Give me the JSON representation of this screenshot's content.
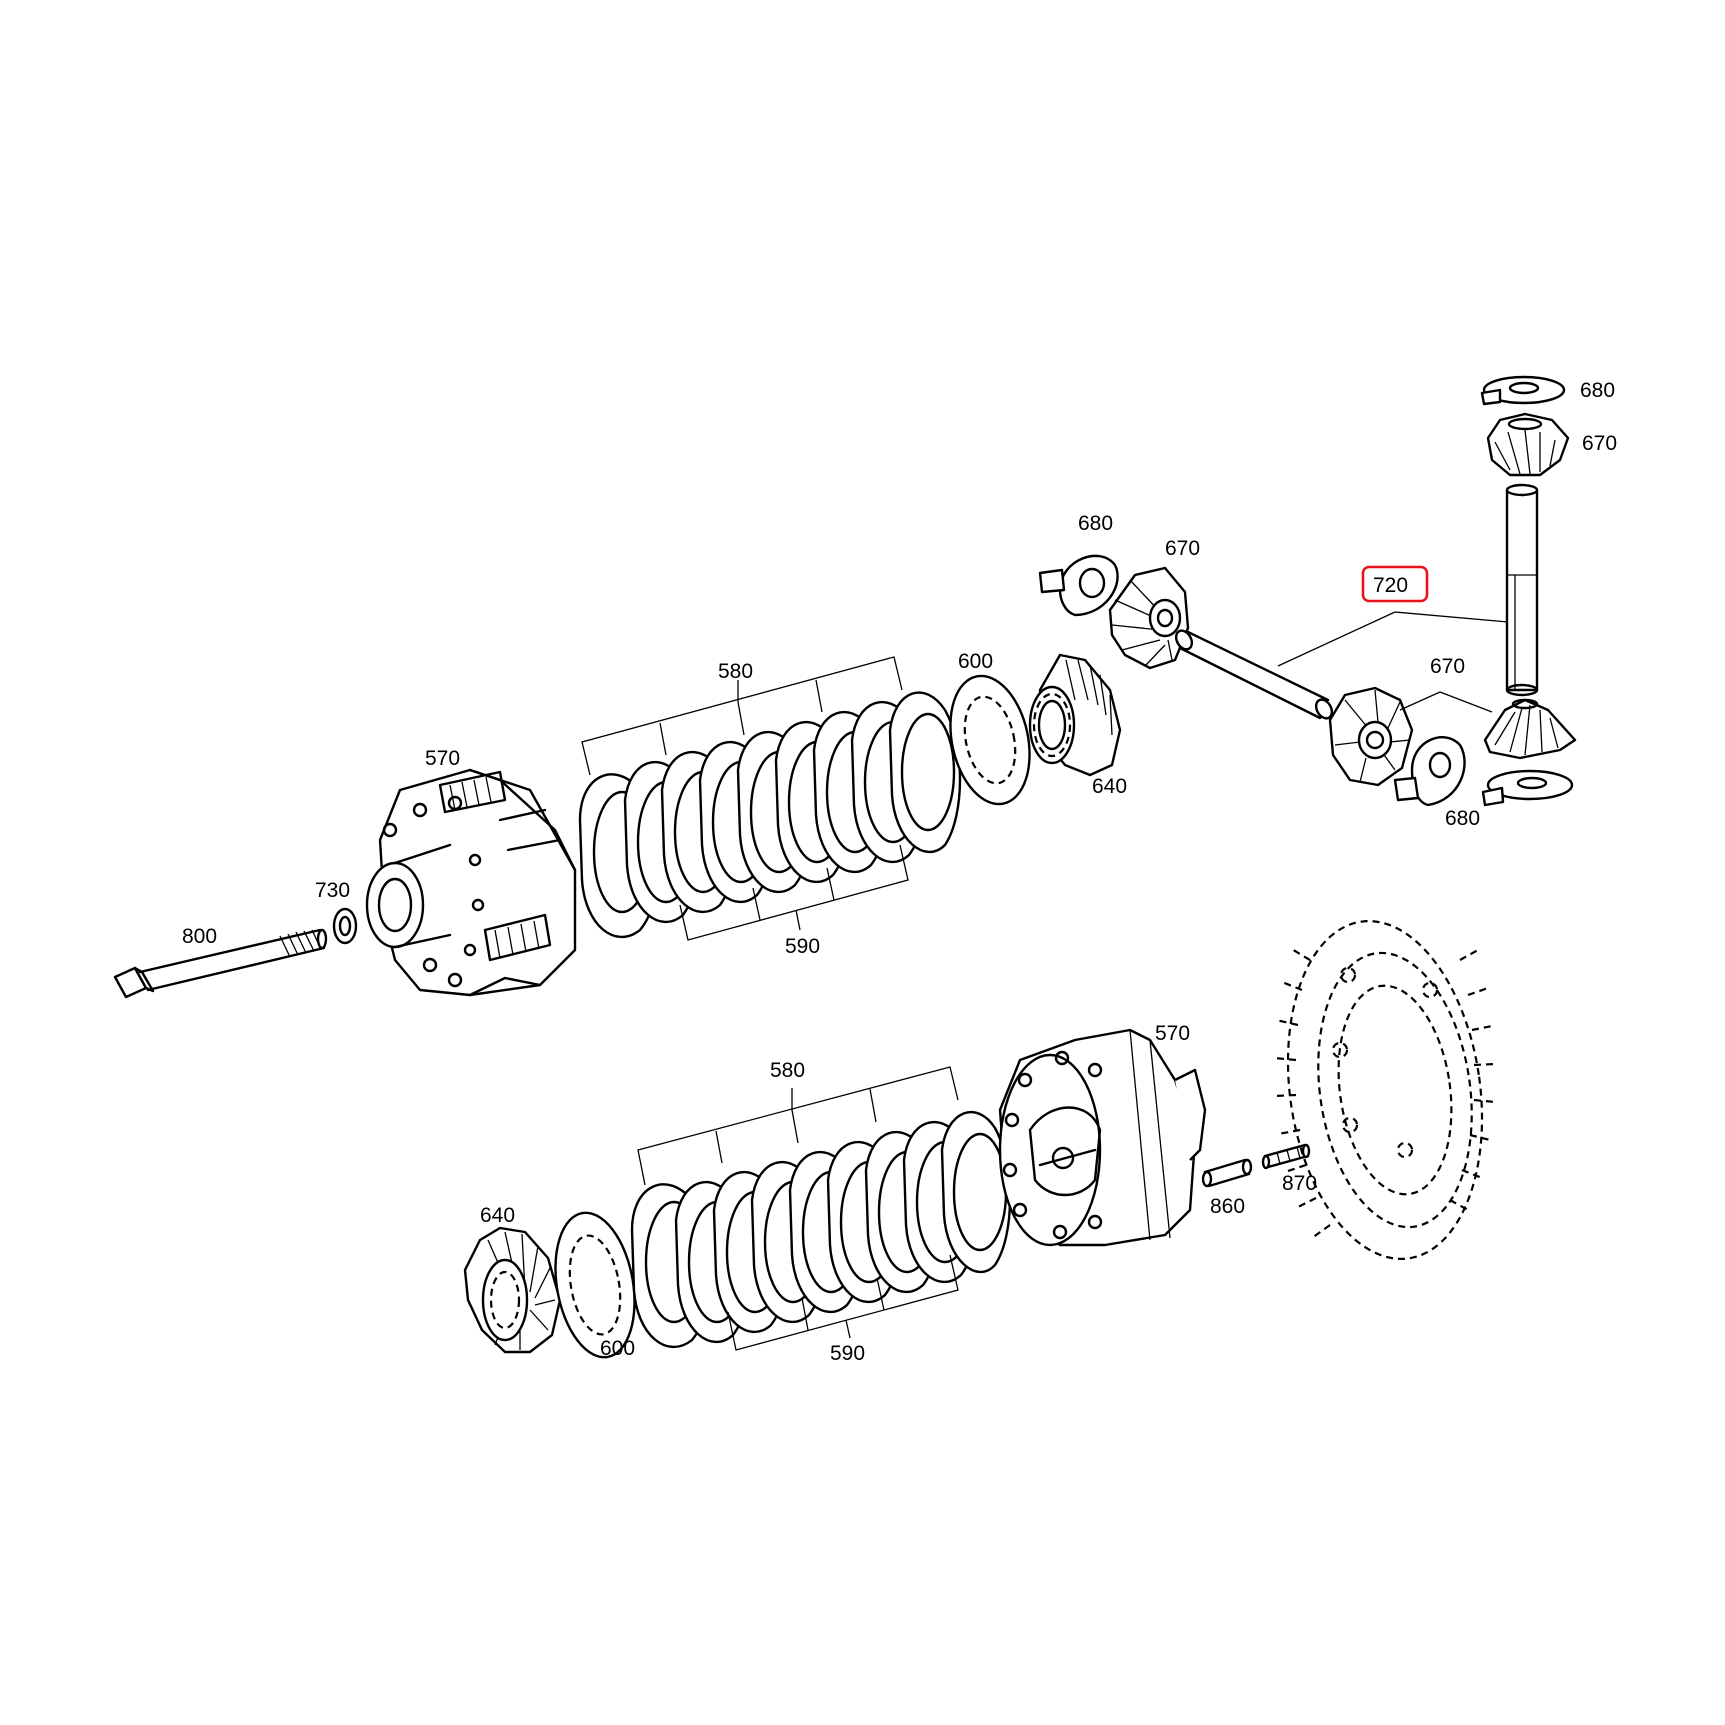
{
  "labels": {
    "l580a": "580",
    "l600a": "600",
    "l680a": "680",
    "l670a": "670",
    "l680b": "680",
    "l670b": "670",
    "l720": "720",
    "l670c": "670",
    "l680c": "680",
    "l640a": "640",
    "l570a": "570",
    "l730": "730",
    "l800": "800",
    "l590a": "590",
    "l580b": "580",
    "l570b": "570",
    "l640b": "640",
    "l600b": "600",
    "l590b": "590",
    "l860": "860",
    "l870": "870"
  },
  "highlight": {
    "label": "720",
    "color": "#e8141c"
  }
}
